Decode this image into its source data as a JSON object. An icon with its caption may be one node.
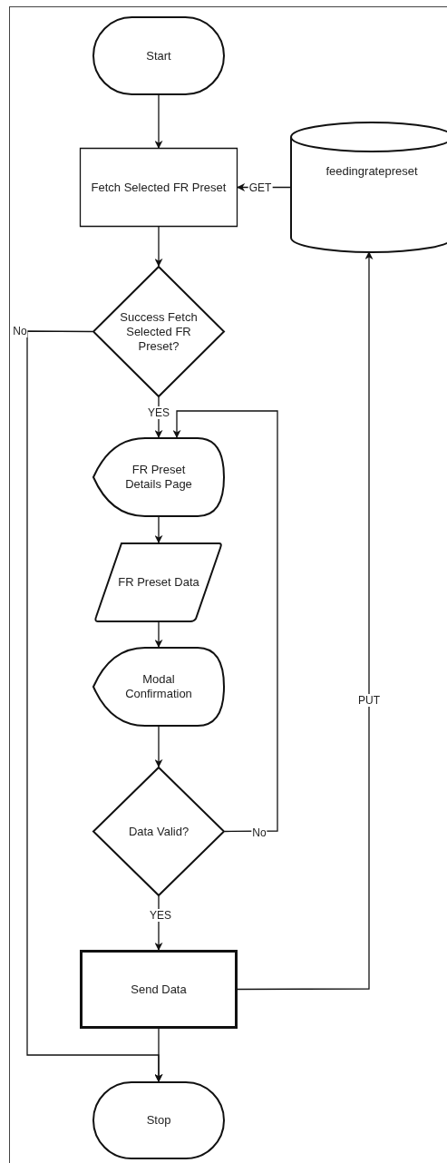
{
  "diagram": {
    "nodes": [
      {
        "text": [
          "Start"
        ]
      },
      {
        "text": [
          "Fetch Selected FR Preset"
        ]
      },
      {
        "text": [
          "feedingratepreset"
        ]
      },
      {
        "text": [
          "Success Fetch Selected FR Preset?"
        ]
      },
      {
        "text": [
          "FR Preset Details Page"
        ]
      },
      {
        "text": [
          "FR Preset Data"
        ]
      },
      {
        "text": [
          "Modal Confirmation"
        ]
      },
      {
        "text": [
          "Data Valid?"
        ]
      },
      {
        "text": [
          "Send Data"
        ]
      },
      {
        "text": [
          "Stop"
        ]
      }
    ],
    "edges": [
      {
        "from": 0,
        "to": 1,
        "arrow": "to"
      },
      {
        "from": 2,
        "to": 1,
        "arrow": "to",
        "label": "GET"
      },
      {
        "from": 1,
        "to": 3,
        "arrow": "to"
      },
      {
        "from": 3,
        "to": 4,
        "arrow": "to",
        "label": "YES"
      },
      {
        "from": 3,
        "to": 9,
        "arrow": "to",
        "label": "No"
      },
      {
        "from": 4,
        "to": 5,
        "arrow": "to"
      },
      {
        "from": 5,
        "to": 6,
        "arrow": "to"
      },
      {
        "from": 6,
        "to": 7,
        "arrow": "to"
      },
      {
        "from": 7,
        "to": 4,
        "arrow": "to",
        "label": "No"
      },
      {
        "from": 7,
        "to": 8,
        "arrow": "to",
        "label": "YES"
      },
      {
        "from": 8,
        "to": 2,
        "arrow": "to",
        "label": "PUT"
      },
      {
        "from": 8,
        "to": 9,
        "arrow": "to"
      }
    ]
  }
}
